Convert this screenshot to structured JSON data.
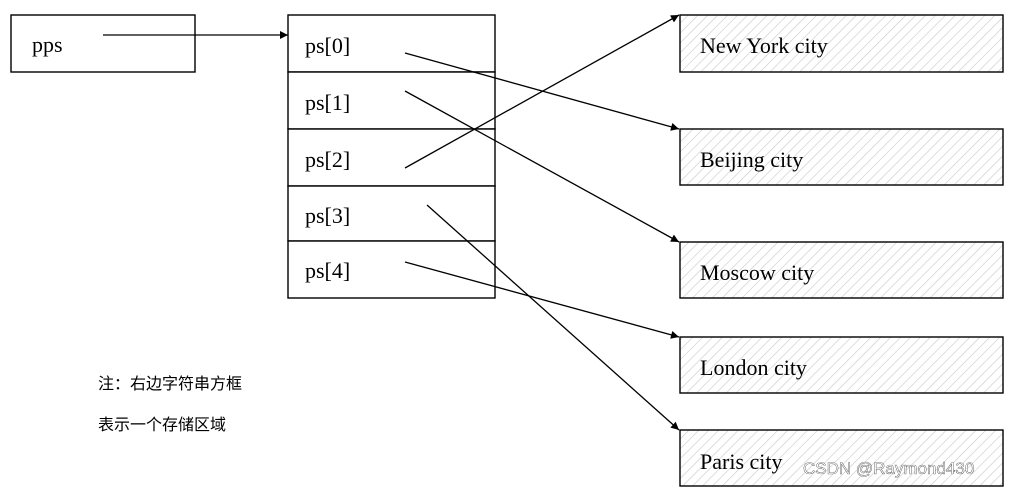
{
  "pointer_box": {
    "label": "pps"
  },
  "array_cells": [
    {
      "label": "ps[0]"
    },
    {
      "label": "ps[1]"
    },
    {
      "label": "ps[2]"
    },
    {
      "label": "ps[3]"
    },
    {
      "label": "ps[4]"
    }
  ],
  "strings": [
    {
      "label": "New York city"
    },
    {
      "label": "Beijing city"
    },
    {
      "label": "Moscow city"
    },
    {
      "label": "London city"
    },
    {
      "label": "Paris city"
    }
  ],
  "note": {
    "line1": "注：右边字符串方框",
    "line2": "表示一个存储区域"
  },
  "watermark": "CSDN @Raymond430",
  "pointers": [
    {
      "from": "ps[0]",
      "to": "Beijing city"
    },
    {
      "from": "ps[1]",
      "to": "Moscow city"
    },
    {
      "from": "ps[2]",
      "to": "New York city"
    },
    {
      "from": "ps[3]",
      "to": "Paris city"
    },
    {
      "from": "ps[4]",
      "to": "London city"
    }
  ]
}
